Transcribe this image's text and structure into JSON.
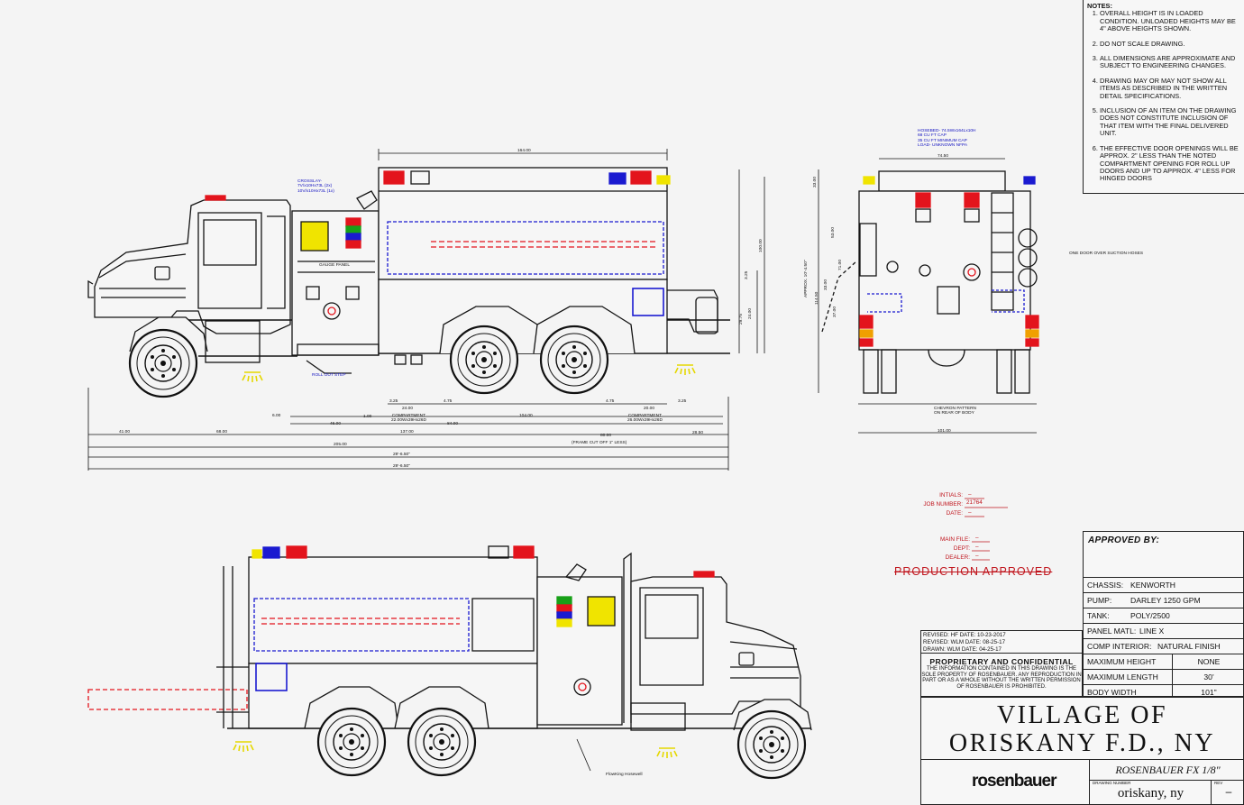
{
  "notes": {
    "heading": "NOTES:",
    "items": [
      "OVERALL HEIGHT IS IN LOADED CONDITION. UNLOADED HEIGHTS MAY BE 4\" ABOVE HEIGHTS SHOWN.",
      "DO NOT SCALE DRAWING.",
      "ALL DIMENSIONS ARE APPROXIMATE AND SUBJECT TO ENGINEERING CHANGES.",
      "DRAWING MAY OR MAY NOT SHOW ALL ITEMS AS DESCRIBED IN THE WRITTEN DETAIL SPECIFICATIONS.",
      "INCLUSION OF AN ITEM ON THE DRAWING DOES NOT CONSTITUTE INCLUSION OF THAT ITEM WITH THE FINAL DELIVERED UNIT.",
      "THE EFFECTIVE DOOR OPENINGS WILL BE APPROX. 2\" LESS THAN THE NOTED COMPARTMENT OPENING FOR ROLL UP DOORS AND UP TO APPROX. 4\" LESS FOR HINGED DOORS"
    ]
  },
  "specs": {
    "approved_by": "APPROVED BY:",
    "chassis_label": "CHASSIS:",
    "chassis": "KENWORTH",
    "pump_label": "PUMP:",
    "pump": "DARLEY 1250 GPM",
    "tank_label": "TANK:",
    "tank": "POLY/2500",
    "panel_label": "PANEL MATL:",
    "panel": "LINE X",
    "interior_label": "COMP INTERIOR:",
    "interior": "NATURAL FINISH",
    "max_height_label": "MAXIMUM HEIGHT",
    "max_height": "NONE",
    "max_length_label": "MAXIMUM LENGTH",
    "max_length": "30'",
    "body_width_label": "BODY WIDTH",
    "body_width": "101\""
  },
  "revisions": [
    "REVISED: HF  DATE: 10-23-2017",
    "REVISED: WLM  DATE: 08-25-17",
    "DRAWN:  WLM  DATE: 04-25-17"
  ],
  "proprietary": {
    "title": "PROPRIETARY AND CONFIDENTIAL",
    "text": "THE INFORMATION CONTAINED IN THIS DRAWING IS THE SOLE PROPERTY OF ROSENBAUER. ANY REPRODUCTION IN PART OR AS A WHOLE WITHOUT THE WRITTEN PERMISSION OF ROSENBAUER IS PROHIBITED."
  },
  "title_block": {
    "line1": "VILLAGE OF",
    "line2": "ORISKANY F.D., NY",
    "brand": "rosenbauer",
    "model": "ROSENBAUER FX 1/8\"",
    "drawing_number_label": "DRAWING NUMBER",
    "drawing_number": "oriskany, ny",
    "rev_label": "REV",
    "rev": "–"
  },
  "job": {
    "initials_label": "INTIALS:",
    "initials": "–",
    "job_number_label": "JOB NUMBER:",
    "job_number": "21764",
    "date_label": "DATE:",
    "date": "–",
    "main_file_label": "MAIN FILE:",
    "main_file": "–",
    "dept_label": "DEPT:",
    "dept": "–",
    "dealer_label": "DEALER:",
    "dealer": "–",
    "stamp": "PRODUCTION APPROVED"
  },
  "callouts": {
    "crosslay": "CROSSLAY-",
    "crosslay_a": "7V/x10Hx73L (2x)",
    "crosslay_b": "10V/x10Hx73L (1x)",
    "gauge_panel": "GAUGE PANEL",
    "roll_out_step": "ROLL OUT STEP",
    "hosebed": "HOSEBED- 74.5Wx164Lx10H",
    "hosebed_a": "68 CU FT CAP",
    "hosebed_b": "35 CU FT MINIMUM CAP",
    "hosebed_c": "LOAD- UNKNOWN NFPA",
    "door_over_suction": "ONE DOOR OVER SUCTION HOSES",
    "chevron": "CHEVRON PATTERN",
    "chevron_b": "ON REAR OF BODY",
    "flowling_hosewell": "FlowKing Hosewell",
    "comp1": "COMPARTMENT",
    "comp1_size": "22.00Wx39Hx26D",
    "comp2": "COMPARTMENT",
    "comp2_size": "26.00Wx39Hx26D",
    "frame_cut": "(FRAME CUT OFF 1\" LESS)",
    "approx": "APPROX. 10'-4.50\""
  },
  "dims": {
    "d164": "164.00",
    "d7450": "74.50",
    "d101": "101.00",
    "d41": "41.00",
    "d68": "68.00",
    "d205": "205.00",
    "d4600": "46.00",
    "d137": "137.00",
    "d84": "84.00",
    "d104": "104.00",
    "d80": "80.00",
    "d2850": "28.50",
    "d600": "6.00",
    "d100": "1.00",
    "d325a": "3.25",
    "d2400": "24.00",
    "d475a": "4.75",
    "d475b": "4.75",
    "d2000": "20.00",
    "d325b": "3.25",
    "overall1": "29'-6.50\"",
    "overall2": "29'-6.50\"",
    "h100": "100.00",
    "h3300": "33.00",
    "h2975": "29.75",
    "h2400": "24.00",
    "h325": "3.25",
    "r5300": "53.00",
    "r7100": "71.00",
    "r3700": "37.00",
    "r11450": "114.50",
    "r3300": "33.00"
  },
  "colors": {
    "line": "#141414",
    "hidden": "#1a1ad0",
    "light": "#e3141c",
    "amber": "#f2e200",
    "green": "#10a010",
    "stamp": "#c0141c"
  }
}
